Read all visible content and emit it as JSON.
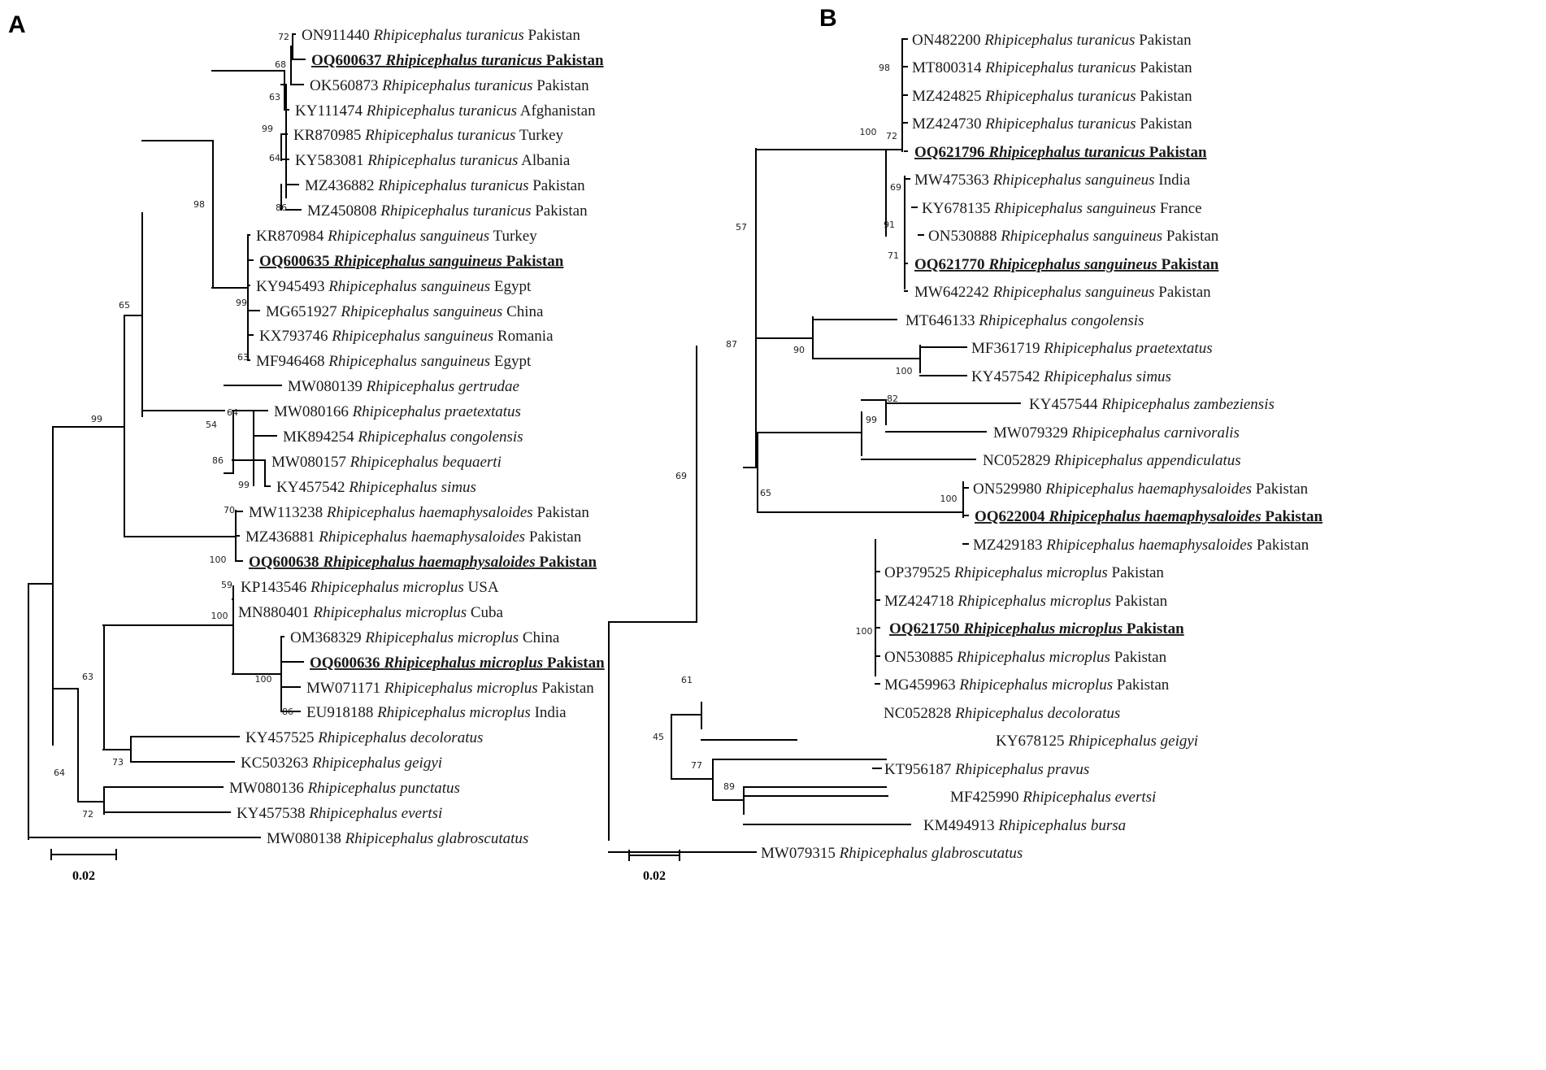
{
  "panels": [
    {
      "label": "A",
      "scale_label": "0.02",
      "leaves": [
        {
          "acc": "ON911440",
          "sp": "Rhipicephalus turanicus",
          "loc": "Pakistan",
          "hl": false
        },
        {
          "acc": "OQ600637",
          "sp": "Rhipicephalus turanicus",
          "loc": "Pakistan",
          "hl": true
        },
        {
          "acc": "OK560873",
          "sp": "Rhipicephalus turanicus",
          "loc": "Pakistan",
          "hl": false
        },
        {
          "acc": "KY111474",
          "sp": "Rhipicephalus turanicus",
          "loc": "Afghanistan",
          "hl": false
        },
        {
          "acc": "KR870985",
          "sp": "Rhipicephalus turanicus",
          "loc": "Turkey",
          "hl": false
        },
        {
          "acc": "KY583081",
          "sp": "Rhipicephalus turanicus",
          "loc": "Albania",
          "hl": false
        },
        {
          "acc": "MZ436882",
          "sp": "Rhipicephalus turanicus",
          "loc": "Pakistan",
          "hl": false
        },
        {
          "acc": "MZ450808",
          "sp": "Rhipicephalus turanicus",
          "loc": "Pakistan",
          "hl": false
        },
        {
          "acc": "KR870984",
          "sp": "Rhipicephalus sanguineus",
          "loc": "Turkey",
          "hl": false
        },
        {
          "acc": "OQ600635",
          "sp": "Rhipicephalus sanguineus",
          "loc": "Pakistan",
          "hl": true
        },
        {
          "acc": "KY945493",
          "sp": "Rhipicephalus sanguineus",
          "loc": "Egypt",
          "hl": false
        },
        {
          "acc": "MG651927",
          "sp": "Rhipicephalus sanguineus",
          "loc": "China",
          "hl": false
        },
        {
          "acc": "KX793746",
          "sp": "Rhipicephalus sanguineus",
          "loc": "Romania",
          "hl": false
        },
        {
          "acc": "MF946468",
          "sp": "Rhipicephalus sanguineus",
          "loc": "Egypt",
          "hl": false
        },
        {
          "acc": "MW080139",
          "sp": "Rhipicephalus gertrudae",
          "loc": "",
          "hl": false
        },
        {
          "acc": "MW080166",
          "sp": "Rhipicephalus praetextatus",
          "loc": "",
          "hl": false
        },
        {
          "acc": "MK894254",
          "sp": "Rhipicephalus congolensis",
          "loc": "",
          "hl": false
        },
        {
          "acc": "MW080157",
          "sp": "Rhipicephalus bequaerti",
          "loc": "",
          "hl": false
        },
        {
          "acc": "KY457542",
          "sp": "Rhipicephalus simus",
          "loc": "",
          "hl": false
        },
        {
          "acc": "MW113238",
          "sp": "Rhipicephalus haemaphysaloides",
          "loc": "Pakistan",
          "hl": false
        },
        {
          "acc": "MZ436881",
          "sp": "Rhipicephalus haemaphysaloides",
          "loc": "Pakistan",
          "hl": false
        },
        {
          "acc": "OQ600638",
          "sp": "Rhipicephalus haemaphysaloides",
          "loc": "Pakistan",
          "hl": true
        },
        {
          "acc": "KP143546",
          "sp": "Rhipicephalus microplus",
          "loc": "USA",
          "hl": false
        },
        {
          "acc": "MN880401",
          "sp": "Rhipicephalus microplus",
          "loc": "Cuba",
          "hl": false
        },
        {
          "acc": "OM368329",
          "sp": "Rhipicephalus microplus",
          "loc": "China",
          "hl": false
        },
        {
          "acc": "OQ600636",
          "sp": "Rhipicephalus microplus",
          "loc": "Pakistan",
          "hl": true
        },
        {
          "acc": "MW071171",
          "sp": "Rhipicephalus microplus",
          "loc": "Pakistan",
          "hl": false
        },
        {
          "acc": "EU918188",
          "sp": "Rhipicephalus microplus",
          "loc": "India",
          "hl": false
        },
        {
          "acc": "KY457525",
          "sp": "Rhipicephalus decoloratus",
          "loc": "",
          "hl": false
        },
        {
          "acc": "KC503263",
          "sp": "Rhipicephalus geigyi",
          "loc": "",
          "hl": false
        },
        {
          "acc": "MW080136",
          "sp": "Rhipicephalus punctatus",
          "loc": "",
          "hl": false
        },
        {
          "acc": "KY457538",
          "sp": "Rhipicephalus evertsi",
          "loc": "",
          "hl": false
        },
        {
          "acc": "MW080138",
          "sp": "Rhipicephalus glabroscutatus",
          "loc": "",
          "hl": false
        }
      ],
      "bootstrap": [
        "72",
        "68",
        "63",
        "99",
        "64",
        "86",
        "98",
        "99",
        "63",
        "65",
        "64",
        "99",
        "54",
        "86",
        "99",
        "70",
        "100",
        "59",
        "100",
        "100",
        "86",
        "63",
        "73",
        "64",
        "72"
      ]
    },
    {
      "label": "B",
      "scale_label": "0.02",
      "leaves": [
        {
          "acc": "ON482200",
          "sp": "Rhipicephalus turanicus",
          "loc": "Pakistan",
          "hl": false
        },
        {
          "acc": "MT800314",
          "sp": "Rhipicephalus turanicus",
          "loc": "Pakistan",
          "hl": false
        },
        {
          "acc": "MZ424825",
          "sp": "Rhipicephalus turanicus",
          "loc": "Pakistan",
          "hl": false
        },
        {
          "acc": "MZ424730",
          "sp": "Rhipicephalus turanicus",
          "loc": "Pakistan",
          "hl": false
        },
        {
          "acc": "OQ621796",
          "sp": "Rhipicephalus turanicus",
          "loc": "Pakistan",
          "hl": true
        },
        {
          "acc": "MW475363",
          "sp": "Rhipicephalus sanguineus",
          "loc": "India",
          "hl": false
        },
        {
          "acc": "KY678135",
          "sp": "Rhipicephalus sanguineus",
          "loc": "France",
          "hl": false
        },
        {
          "acc": "ON530888",
          "sp": "Rhipicephalus sanguineus",
          "loc": "Pakistan",
          "hl": false
        },
        {
          "acc": "OQ621770",
          "sp": "Rhipicephalus sanguineus",
          "loc": "Pakistan",
          "hl": true
        },
        {
          "acc": "MW642242",
          "sp": "Rhipicephalus sanguineus",
          "loc": "Pakistan",
          "hl": false
        },
        {
          "acc": "MT646133",
          "sp": "Rhipicephalus congolensis",
          "loc": "",
          "hl": false
        },
        {
          "acc": "MF361719",
          "sp": "Rhipicephalus praetextatus",
          "loc": "",
          "hl": false
        },
        {
          "acc": "KY457542",
          "sp": "Rhipicephalus simus",
          "loc": "",
          "hl": false
        },
        {
          "acc": "KY457544",
          "sp": "Rhipicephalus zambeziensis",
          "loc": "",
          "hl": false
        },
        {
          "acc": "MW079329",
          "sp": "Rhipicephalus carnivoralis",
          "loc": "",
          "hl": false
        },
        {
          "acc": "NC052829",
          "sp": "Rhipicephalus appendiculatus",
          "loc": "",
          "hl": false
        },
        {
          "acc": "ON529980",
          "sp": "Rhipicephalus haemaphysaloides",
          "loc": "Pakistan",
          "hl": false
        },
        {
          "acc": "OQ622004",
          "sp": "Rhipicephalus haemaphysaloides",
          "loc": "Pakistan",
          "hl": true
        },
        {
          "acc": "MZ429183",
          "sp": "Rhipicephalus haemaphysaloides",
          "loc": "Pakistan",
          "hl": false
        },
        {
          "acc": "OP379525",
          "sp": "Rhipicephalus microplus",
          "loc": "Pakistan",
          "hl": false
        },
        {
          "acc": "MZ424718",
          "sp": "Rhipicephalus microplus",
          "loc": "Pakistan",
          "hl": false
        },
        {
          "acc": "OQ621750",
          "sp": "Rhipicephalus microplus",
          "loc": "Pakistan",
          "hl": true
        },
        {
          "acc": "ON530885",
          "sp": "Rhipicephalus microplus",
          "loc": "Pakistan",
          "hl": false
        },
        {
          "acc": "MG459963",
          "sp": "Rhipicephalus microplus",
          "loc": "Pakistan",
          "hl": false
        },
        {
          "acc": "NC052828",
          "sp": "Rhipicephalus decoloratus",
          "loc": "",
          "hl": false
        },
        {
          "acc": "KY678125",
          "sp": "Rhipicephalus geigyi",
          "loc": "",
          "hl": false
        },
        {
          "acc": "KT956187",
          "sp": "Rhipicephalus pravus",
          "loc": "",
          "hl": false
        },
        {
          "acc": "MF425990",
          "sp": "Rhipicephalus evertsi",
          "loc": "",
          "hl": false
        },
        {
          "acc": "KM494913",
          "sp": "Rhipicephalus bursa",
          "loc": "",
          "hl": false
        },
        {
          "acc": "MW079315",
          "sp": "Rhipicephalus glabroscutatus",
          "loc": "",
          "hl": false
        }
      ],
      "bootstrap": [
        "98",
        "100",
        "72",
        "69",
        "91",
        "71",
        "57",
        "90",
        "100",
        "87",
        "82",
        "99",
        "65",
        "100",
        "69",
        "100",
        "61",
        "45",
        "77",
        "89"
      ]
    }
  ]
}
